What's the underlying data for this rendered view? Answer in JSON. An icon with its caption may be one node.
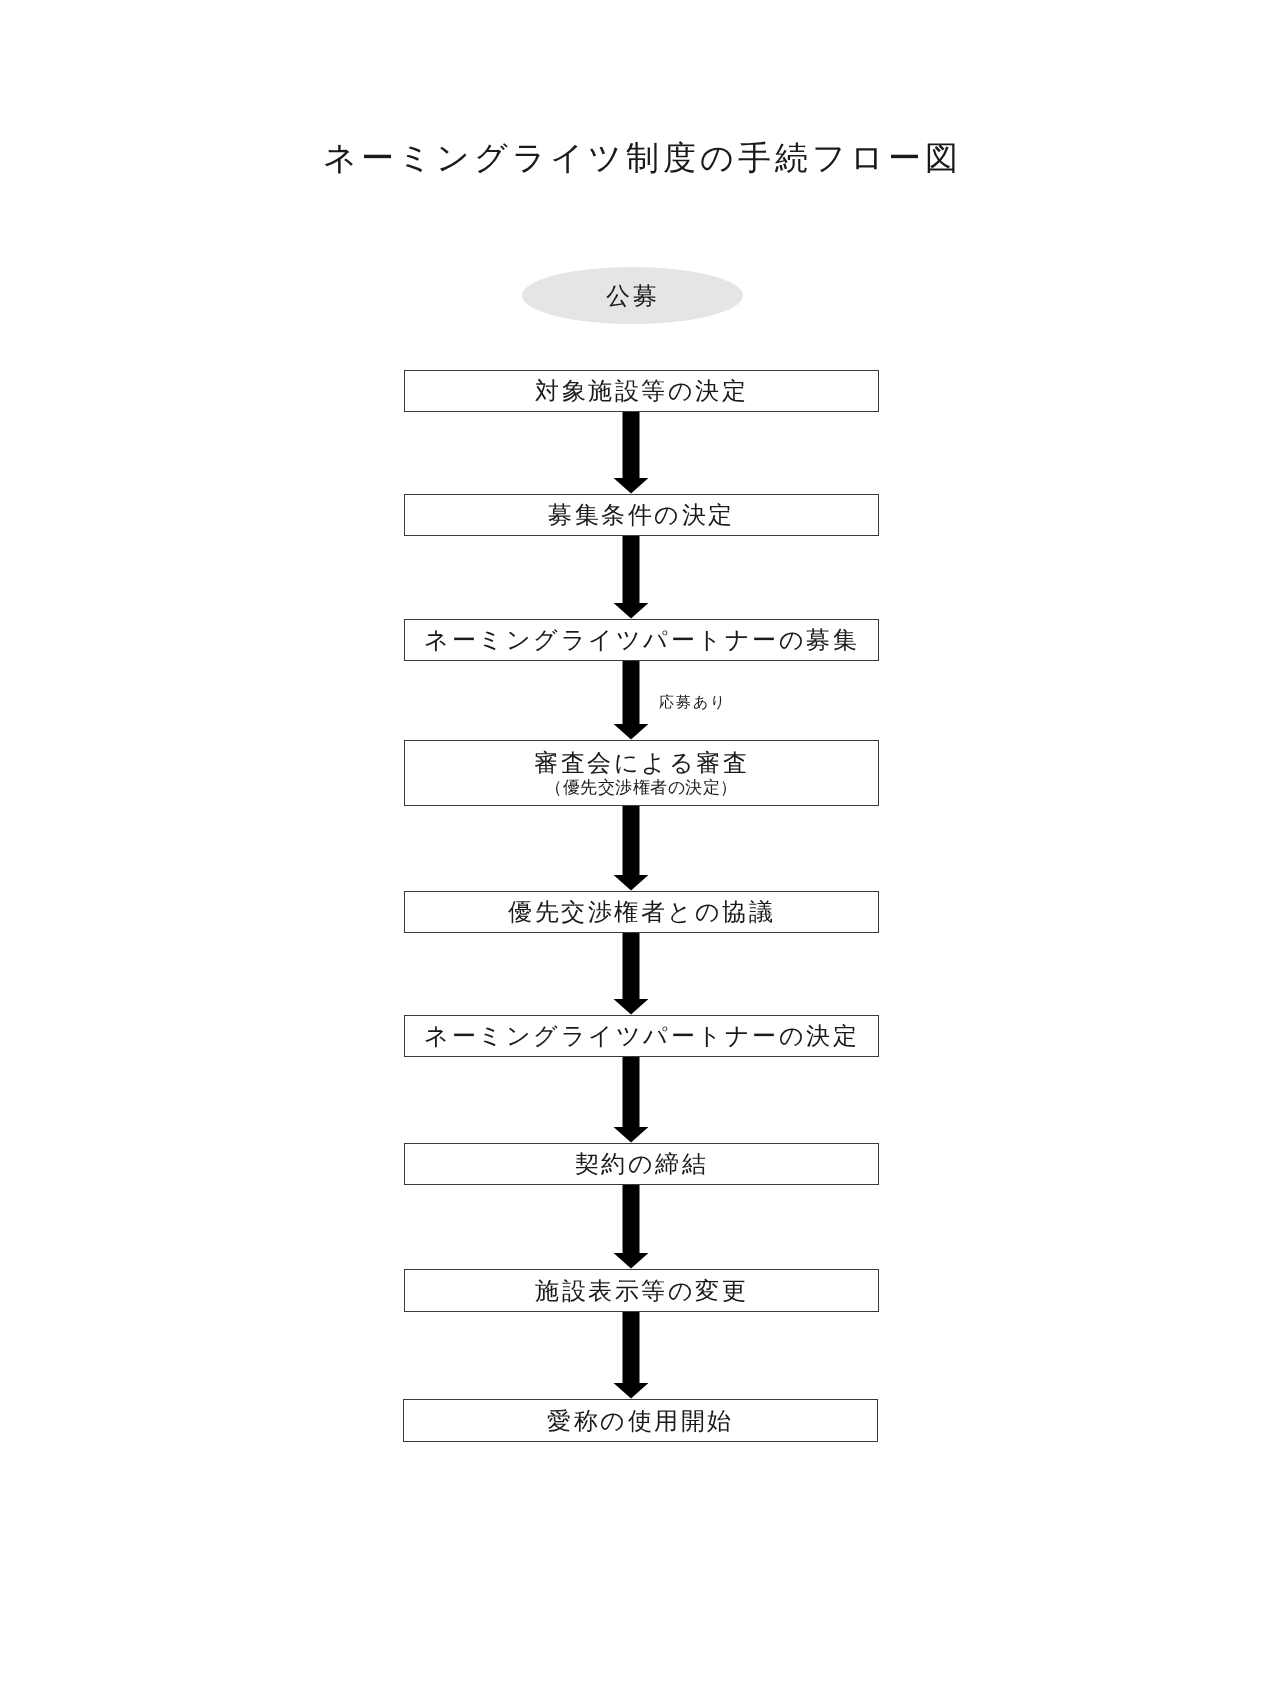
{
  "diagram": {
    "title": "ネーミングライツ制度の手続フロー図",
    "nodes": [
      {
        "text": [
          "公募"
        ]
      },
      {
        "text": [
          "対象施設等の決定"
        ]
      },
      {
        "text": [
          "募集条件の決定"
        ]
      },
      {
        "text": [
          "ネーミングライツパートナーの募集"
        ]
      },
      {
        "text": [
          "審査会による審査",
          "（優先交渉権者の決定）"
        ]
      },
      {
        "text": [
          "優先交渉権者との協議"
        ]
      },
      {
        "text": [
          "ネーミングライツパートナーの決定"
        ]
      },
      {
        "text": [
          "契約の締結"
        ]
      },
      {
        "text": [
          "施設表示等の変更"
        ]
      },
      {
        "text": [
          "愛称の使用開始"
        ]
      }
    ],
    "edges": [
      {
        "from": 1,
        "to": 2,
        "arrow": "to"
      },
      {
        "from": 2,
        "to": 3,
        "arrow": "to"
      },
      {
        "from": 3,
        "to": 4,
        "arrow": "to",
        "label": "応募あり"
      },
      {
        "from": 4,
        "to": 5,
        "arrow": "to"
      },
      {
        "from": 5,
        "to": 6,
        "arrow": "to"
      },
      {
        "from": 6,
        "to": 7,
        "arrow": "to"
      },
      {
        "from": 7,
        "to": 8,
        "arrow": "to"
      },
      {
        "from": 8,
        "to": 9,
        "arrow": "to"
      }
    ]
  }
}
